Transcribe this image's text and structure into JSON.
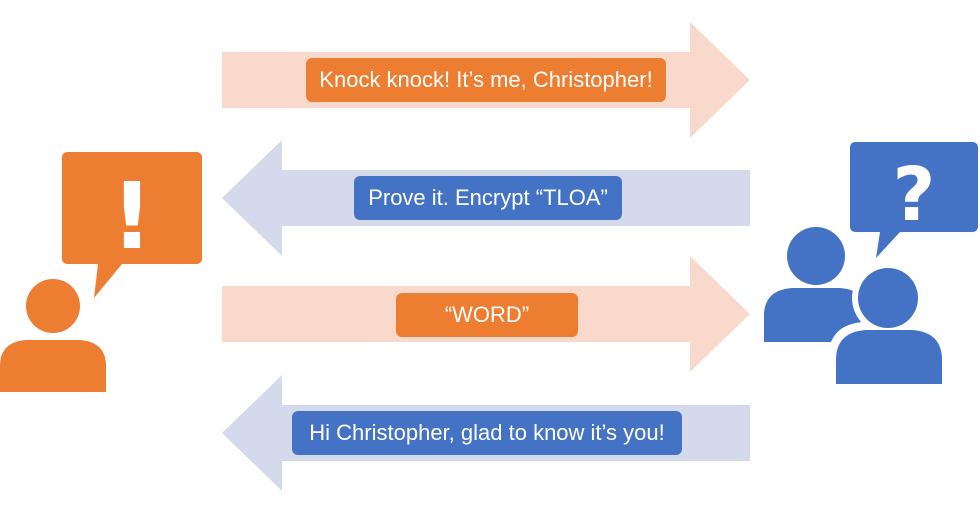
{
  "colors": {
    "sender": "#ED7D31",
    "sender_arrow": "#F8D9CC",
    "receiver": "#4472C4",
    "receiver_arrow": "#D4D9EB"
  },
  "sender": {
    "icon": "person-icon",
    "bubble_icon": "speech-bubble-exclamation-icon",
    "bubble_glyph": "!"
  },
  "receiver": {
    "icon": "two-people-icon",
    "bubble_icon": "speech-bubble-question-icon",
    "bubble_glyph": "?"
  },
  "messages": [
    {
      "direction": "right",
      "text": "Knock knock! It’s me, Christopher!"
    },
    {
      "direction": "left",
      "text": "Prove it. Encrypt “TLOA”"
    },
    {
      "direction": "right",
      "text": "“WORD”"
    },
    {
      "direction": "left",
      "text": "Hi Christopher, glad to know it’s you!"
    }
  ]
}
